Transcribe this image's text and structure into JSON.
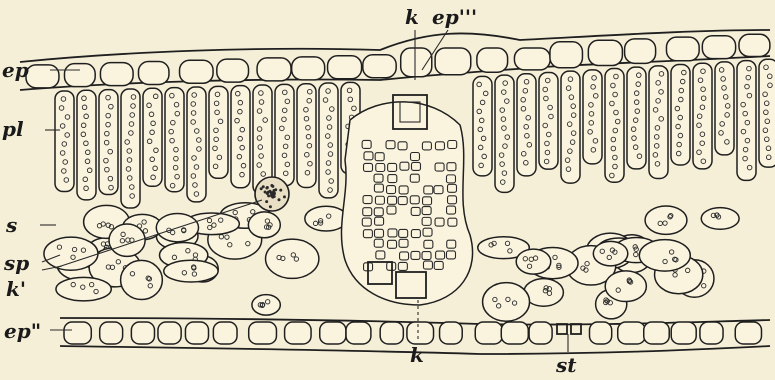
{
  "labels": {
    "ep_top": "ep",
    "pl": "pl",
    "s": "s",
    "sp": "sp",
    "k_prime": "k'",
    "ep_bottom": "ep\"",
    "k_top": "k",
    "ep_triple": "ep'''",
    "k_bottom": "k",
    "st": "st"
  }
}
